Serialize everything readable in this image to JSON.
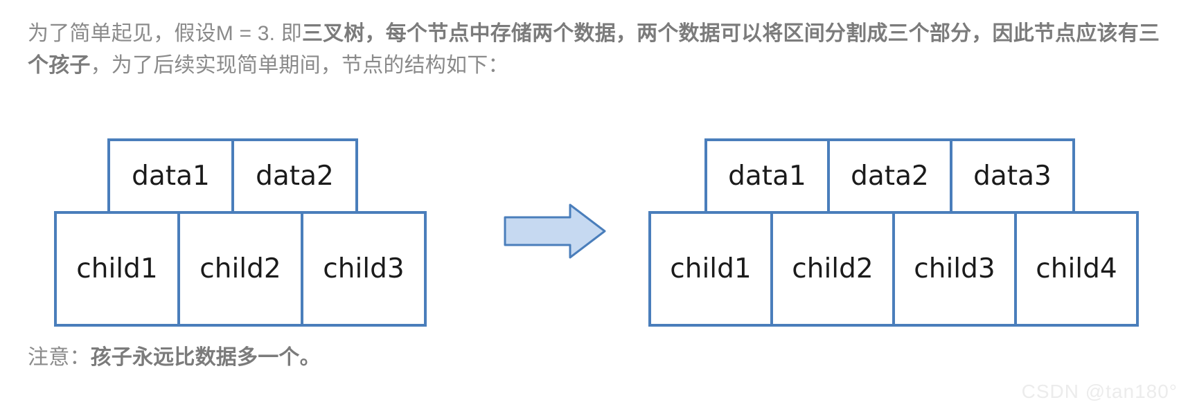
{
  "intro": {
    "lead": "为了简单起见，假设M = 3. 即",
    "bold1": "三叉树，每个节点中存储两个数据，两个数据可以将区间分割成三个部分，因此节点应该有三个孩子",
    "tail": "，为了后续实现简单期间，节点的结构如下："
  },
  "note": {
    "label": "注意：",
    "emphasis": "孩子永远比数据多一个。"
  },
  "diagram": {
    "left": {
      "data_cells": [
        "data1",
        "data2"
      ],
      "child_cells": [
        "child1",
        "child2",
        "child3"
      ]
    },
    "right": {
      "data_cells": [
        "data1",
        "data2",
        "data3"
      ],
      "child_cells": [
        "child1",
        "child2",
        "child3",
        "child4"
      ]
    },
    "arrow": {
      "name": "right-arrow-icon",
      "fill": "#c6d9f1",
      "stroke": "#4a7ebb"
    },
    "border_color": "#4a7ebb",
    "cell_text_color": "#1b1b1b"
  },
  "watermark": {
    "text": "CSDN @tan180°"
  }
}
